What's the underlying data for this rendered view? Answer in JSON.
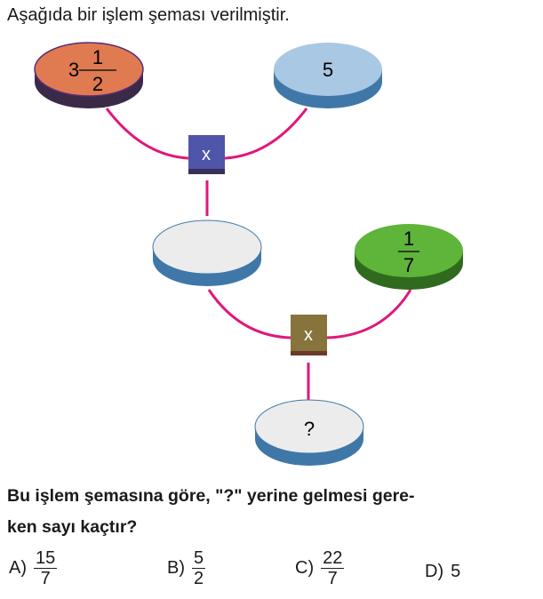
{
  "title": "Aşağıda bir işlem şeması verilmiştir.",
  "diagram": {
    "disc1": {
      "whole": "3",
      "num": "1",
      "den": "2",
      "color": "#e07a50",
      "side": "#3a2a48"
    },
    "disc2": {
      "value": "5",
      "color": "#a9c8e4",
      "side": "#3f78a8"
    },
    "op1": {
      "label": "x",
      "color": "#4f55a8"
    },
    "disc3": {
      "value": "",
      "color": "#ececec",
      "side": "#3f78a8"
    },
    "disc4": {
      "num": "1",
      "den": "7",
      "color": "#5fb43a",
      "side": "#2f6a1e"
    },
    "op2": {
      "label": "x",
      "color": "#86743c"
    },
    "disc5": {
      "value": "?",
      "color": "#ececec",
      "side": "#3f78a8"
    },
    "connector_color": "#e0177a"
  },
  "question": {
    "line1": "Bu işlem şemasına göre, \"?\" yerine gelmesi gere-",
    "line2": "ken sayı kaçtır?"
  },
  "options": [
    {
      "letter": "A)",
      "num": "15",
      "den": "7"
    },
    {
      "letter": "B)",
      "num": "5",
      "den": "2"
    },
    {
      "letter": "C)",
      "num": "22",
      "den": "7"
    },
    {
      "letter": "D)",
      "value": "5"
    }
  ]
}
